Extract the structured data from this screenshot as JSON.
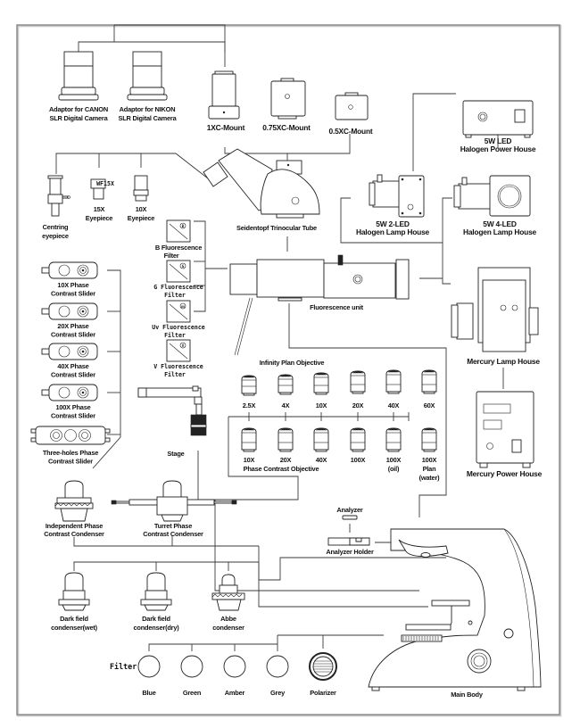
{
  "diagram": {
    "title": "Fluorescence microscope accessory system",
    "cameras": {
      "canon": [
        "Adaptor for CANON",
        "SLR Digital Camera"
      ],
      "nikon": [
        "Adaptor for NIKON",
        "SLR Digital Camera"
      ],
      "mount_1x": "1XC-Mount",
      "mount_075x": "0.75XC-Mount",
      "mount_05x": "0.5XC-Mount"
    },
    "light_sources": {
      "led_power": [
        "5W LED",
        "Halogen Power House"
      ],
      "led2_lamp": [
        "5W 2-LED",
        "Halogen Lamp House"
      ],
      "led4_lamp": [
        "5W 4-LED",
        "Halogen Lamp House"
      ],
      "mercury_lamp": "Mercury Lamp House",
      "mercury_power": "Mercury Power House"
    },
    "eyepieces": {
      "centring": [
        "Centring",
        "eyepiece"
      ],
      "wf15_marking": "WF15X",
      "ep15": [
        "15X",
        "Eyepiece"
      ],
      "ep10": [
        "10X",
        "Eyepiece"
      ]
    },
    "trinocular": "Seidentopf Trinocular Tube",
    "fluorescence_unit": "Fluorescence unit",
    "fluorescence_filters": [
      {
        "mark": "B",
        "label": [
          "B Fluorescence",
          "Filter"
        ]
      },
      {
        "mark": "G",
        "label": [
          "G Fluorescence",
          "Filter"
        ]
      },
      {
        "mark": "UV",
        "label": [
          "Uv Fluorescence",
          "Filter"
        ]
      },
      {
        "mark": "V",
        "label": [
          "V Fluorescence",
          "Filter"
        ]
      }
    ],
    "phase_sliders": [
      [
        "10X Phase",
        "Contrast Slider"
      ],
      [
        "20X Phase",
        "Contrast Slider"
      ],
      [
        "40X Phase",
        "Contrast Slider"
      ],
      [
        "100X Phase",
        "Contrast Slider"
      ],
      [
        "Three-holes Phase",
        "Contrast Slider"
      ]
    ],
    "stage": "Stage",
    "plan_objectives": {
      "title": "Infinity Plan Objective",
      "items": [
        "2.5X",
        "4X",
        "10X",
        "20X",
        "40X",
        "60X"
      ]
    },
    "phase_objectives": {
      "title": "Phase Contrast Objective",
      "items": [
        [
          "10X"
        ],
        [
          "20X"
        ],
        [
          "40X"
        ],
        [
          "100X"
        ],
        [
          "100X",
          "(oil)"
        ],
        [
          "100X",
          "Plan",
          "(water)"
        ]
      ]
    },
    "condensers": {
      "independent": [
        "Independent Phase",
        "Contrast Condenser"
      ],
      "turret": [
        "Turret Phase",
        "Contrast Condenser"
      ],
      "darkfield_wet": [
        "Dark field",
        "condenser(wet)"
      ],
      "darkfield_dry": [
        "Dark field",
        "condenser(dry)"
      ],
      "abbe": [
        "Abbe",
        "condenser"
      ]
    },
    "analyzer": "Analyzer",
    "analyzer_holder": "Analyzer Holder",
    "filters": {
      "title": "Filter",
      "items": [
        "Blue",
        "Green",
        "Amber",
        "Grey"
      ],
      "polarizer": "Polarizer"
    },
    "main_body": "Main Body"
  }
}
